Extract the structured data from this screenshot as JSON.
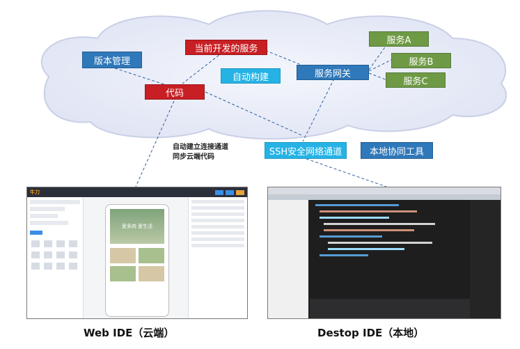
{
  "nodes": {
    "version_mgmt": "版本管理",
    "current_service": "当前开发的服务",
    "auto_build": "自动构建",
    "service_gateway": "服务网关",
    "service_a": "服务A",
    "service_b": "服务B",
    "service_c": "服务C",
    "code": "代码",
    "ssh_tunnel": "SSH安全网络通道",
    "local_tool": "本地协同工具"
  },
  "annotation": {
    "line1": "自动建立连接通道",
    "line2": "同步云端代码"
  },
  "captions": {
    "web_ide": "Web IDE（云端）",
    "desktop_ide": "Destop IDE（本地）"
  },
  "web_ide_screen": {
    "logo": "牛刀",
    "banner_text": "爱多肉 爱生活"
  },
  "colors": {
    "blue": "#2f78b9",
    "red": "#c81f24",
    "green": "#6f9a45",
    "cyan": "#25b3e6",
    "cloud": "#e9ecf8"
  }
}
